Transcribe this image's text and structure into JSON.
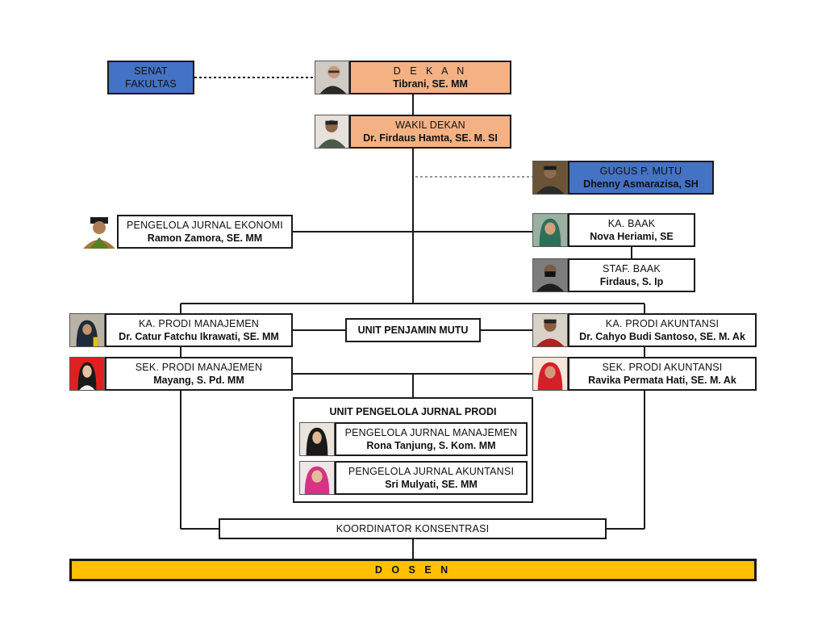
{
  "senat": {
    "line1": "SENAT",
    "line2": "FAKULTAS"
  },
  "dekan": {
    "title": "D E K A N",
    "name": "Tibrani, SE. MM"
  },
  "wakil_dekan": {
    "title": "WAKIL DEKAN",
    "name": "Dr. Firdaus Hamta, SE. M. SI"
  },
  "gugus_mutu": {
    "title": "GUGUS P. MUTU",
    "name": "Dhenny Asmarazisa, SH"
  },
  "jurnal_ekonomi": {
    "title": "PENGELOLA JURNAL EKONOMI",
    "name": "Ramon Zamora, SE. MM"
  },
  "ka_baak": {
    "title": "KA. BAAK",
    "name": "Nova Heriami, SE"
  },
  "staf_baak": {
    "title": "STAF. BAAK",
    "name": "Firdaus, S. Ip"
  },
  "ka_prodi_manajemen": {
    "title": "KA. PRODI MANAJEMEN",
    "name": "Dr. Catur Fatchu Ikrawati, SE. MM"
  },
  "unit_penjamin_mutu": {
    "title": "UNIT PENJAMIN MUTU"
  },
  "ka_prodi_akuntansi": {
    "title": "KA. PRODI AKUNTANSI",
    "name": "Dr. Cahyo Budi Santoso, SE. M. Ak"
  },
  "sek_prodi_manajemen": {
    "title": "SEK. PRODI MANAJEMEN",
    "name": "Mayang, S. Pd. MM"
  },
  "sek_prodi_akuntansi": {
    "title": "SEK. PRODI AKUNTANSI",
    "name": "Ravika Permata Hati, SE. M. Ak"
  },
  "unit_jurnal_prodi": {
    "title": "UNIT PENGELOLA JURNAL PRODI"
  },
  "jurnal_manajemen": {
    "title": "PENGELOLA JURNAL MANAJEMEN",
    "name": "Rona Tanjung, S. Kom. MM"
  },
  "jurnal_akuntansi": {
    "title": "PENGELOLA JURNAL AKUNTANSI",
    "name": "Sri Mulyati, SE. MM"
  },
  "koordinator": {
    "title": "KOORDINATOR KONSENTRASI"
  },
  "dosen": {
    "title": "D O S E N"
  },
  "colors": {
    "blue": "#4472c4",
    "orange": "#f4b183",
    "yellow": "#ffc000"
  }
}
